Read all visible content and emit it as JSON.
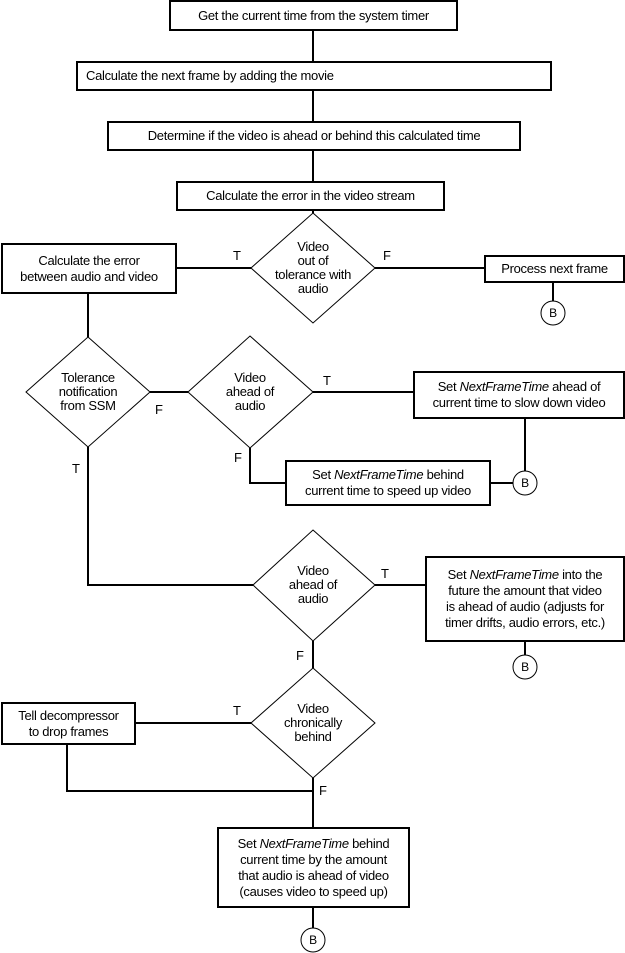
{
  "steps": {
    "get_time": "Get the current time from the system timer",
    "calc_next": "Calculate the next frame by adding the movie",
    "determine": "Determine if the video is ahead or behind this calculated time",
    "calc_error_stream": "Calculate the error in the video stream",
    "calc_error_av": [
      "Calculate the error",
      "between audio and video"
    ],
    "process_next": "Process next frame",
    "set_ahead": [
      {
        "pre": "Set ",
        "em": "NextFrameTime",
        "post": " ahead of"
      },
      "current time to slow down video"
    ],
    "set_behind": [
      {
        "pre": "Set ",
        "em": "NextFrameTime",
        "post": " behind"
      },
      "current time to speed up video"
    ],
    "set_future": [
      {
        "pre": "Set ",
        "em": "NextFrameTime",
        "post": " into the"
      },
      "future the amount that video",
      "is ahead of audio (adjusts for",
      "timer drifts, audio errors, etc.)"
    ],
    "drop_frames": [
      "Tell decompressor",
      "to drop frames"
    ],
    "set_behind_amount": [
      {
        "pre": "Set ",
        "em": "NextFrameTime",
        "post": " behind"
      },
      "current time by the amount",
      "that audio is ahead of video",
      "(causes video to speed up)"
    ]
  },
  "decisions": {
    "out_of_tolerance": [
      "Video",
      "out of",
      "tolerance with",
      "audio"
    ],
    "tolerance_ssm": [
      "Tolerance",
      "notification",
      "from SSM"
    ],
    "ahead_1": [
      "Video",
      "ahead of",
      "audio"
    ],
    "ahead_2": [
      "Video",
      "ahead of",
      "audio"
    ],
    "chronically_behind": [
      "Video",
      "chronically",
      "behind"
    ]
  },
  "labels": {
    "true": "T",
    "false": "F"
  },
  "connector": "B"
}
